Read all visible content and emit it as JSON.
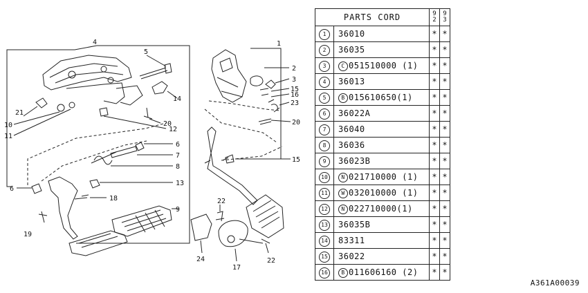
{
  "callouts": {
    "c1": "1",
    "c2": "2",
    "c3": "3",
    "c4": "4",
    "c5": "5",
    "c6a": "6",
    "c6b": "6",
    "c7": "7",
    "c8": "8",
    "c9": "9",
    "c10": "10",
    "c11": "11",
    "c12": "12",
    "c13": "13",
    "c14": "14",
    "c15a": "15",
    "c15b": "15",
    "c16": "16",
    "c17": "17",
    "c18": "18",
    "c19": "19",
    "c20a": "20",
    "c20b": "20",
    "c21": "21",
    "c22a": "22",
    "c22b": "22",
    "c23": "23",
    "c24": "24"
  },
  "table": {
    "header": "PARTS CORD",
    "col1": [
      "9",
      "2"
    ],
    "col2": [
      "9",
      "3"
    ],
    "rows": [
      {
        "idx": "1",
        "prefix": "",
        "part": "36010",
        "m1": "*",
        "m2": "*"
      },
      {
        "idx": "2",
        "prefix": "",
        "part": "36035",
        "m1": "*",
        "m2": "*"
      },
      {
        "idx": "3",
        "prefix": "C",
        "part": "051510000 (1)",
        "m1": "*",
        "m2": "*"
      },
      {
        "idx": "4",
        "prefix": "",
        "part": "36013",
        "m1": "*",
        "m2": "*"
      },
      {
        "idx": "5",
        "prefix": "B",
        "part": "015610650(1)",
        "m1": "*",
        "m2": "*"
      },
      {
        "idx": "6",
        "prefix": "",
        "part": "36022A",
        "m1": "*",
        "m2": "*"
      },
      {
        "idx": "7",
        "prefix": "",
        "part": "36040",
        "m1": "*",
        "m2": "*"
      },
      {
        "idx": "8",
        "prefix": "",
        "part": "36036",
        "m1": "*",
        "m2": "*"
      },
      {
        "idx": "9",
        "prefix": "",
        "part": "36023B",
        "m1": "*",
        "m2": "*"
      },
      {
        "idx": "10",
        "prefix": "N",
        "part": "021710000 (1)",
        "m1": "*",
        "m2": "*"
      },
      {
        "idx": "11",
        "prefix": "W",
        "part": "032010000 (1)",
        "m1": "*",
        "m2": "*"
      },
      {
        "idx": "12",
        "prefix": "N",
        "part": "022710000(1)",
        "m1": "*",
        "m2": "*"
      },
      {
        "idx": "13",
        "prefix": "",
        "part": "36035B",
        "m1": "*",
        "m2": "*"
      },
      {
        "idx": "14",
        "prefix": "",
        "part": "83311",
        "m1": "*",
        "m2": "*"
      },
      {
        "idx": "15",
        "prefix": "",
        "part": "36022",
        "m1": "*",
        "m2": "*"
      },
      {
        "idx": "16",
        "prefix": "B",
        "part": "011606160 (2)",
        "m1": "*",
        "m2": "*"
      }
    ]
  },
  "footer_code": "A361A00039"
}
